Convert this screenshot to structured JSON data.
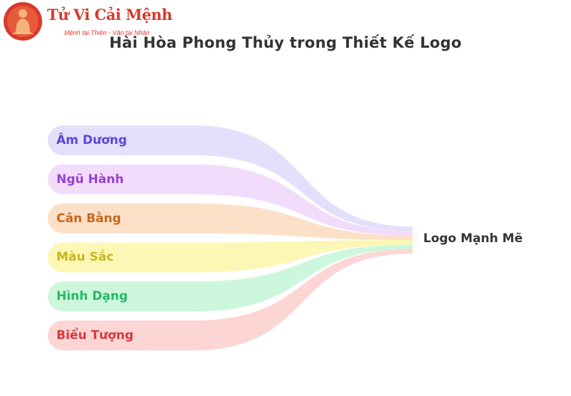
{
  "brand": {
    "name": "Tử Vi Cải Mệnh",
    "tagline": "Mệnh tại Thiên - Vận tại Nhân",
    "icon": "buddha-icon",
    "color": "#d9392b"
  },
  "title": "Hài Hòa Phong Thủy trong Thiết Kế Logo",
  "diagram": {
    "type": "sankey",
    "target": {
      "label": "Logo Mạnh Mẽ",
      "color": "#333333"
    },
    "sources": [
      {
        "label": "Âm Dương",
        "band_color": "#e4dffb",
        "text_color": "#5b46d8"
      },
      {
        "label": "Ngũ Hành",
        "band_color": "#f1ddfb",
        "text_color": "#9a3fd6"
      },
      {
        "label": "Cân Bằng",
        "band_color": "#fde0c8",
        "text_color": "#c8671a"
      },
      {
        "label": "Màu Sắc",
        "band_color": "#fdf7b6",
        "text_color": "#c8b81a"
      },
      {
        "label": "Hình Dạng",
        "band_color": "#cdf7dc",
        "text_color": "#28b868"
      },
      {
        "label": "Biểu Tượng",
        "band_color": "#fdd5d5",
        "text_color": "#d8383d"
      }
    ]
  }
}
